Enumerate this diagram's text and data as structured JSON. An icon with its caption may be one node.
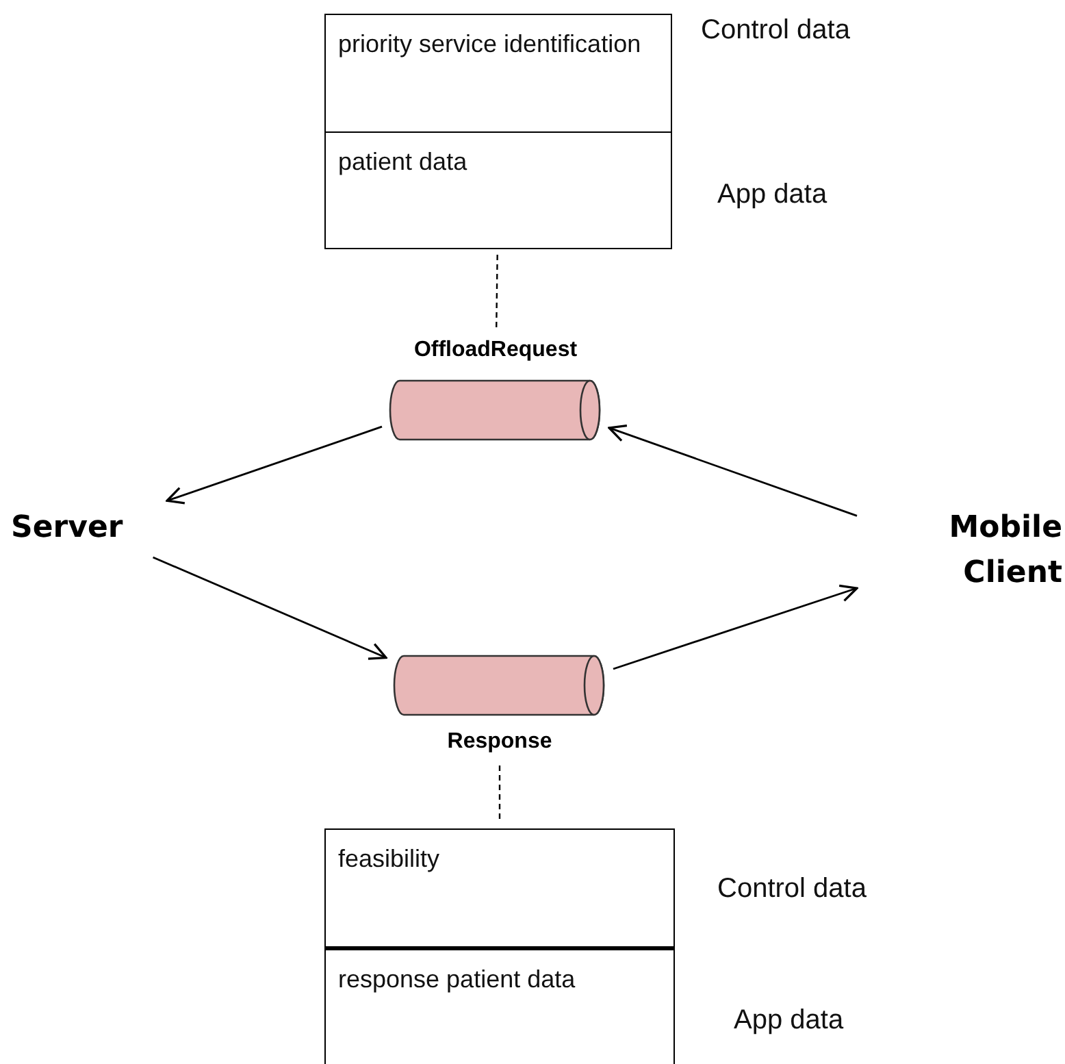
{
  "diagram": {
    "nodes": [
      {
        "text": [
          "priority service identification"
        ],
        "beside": [
          "Control data"
        ]
      },
      {
        "text": [
          "patient data"
        ],
        "beside": [
          "App data"
        ]
      },
      {
        "text": [
          "OffloadRequest"
        ]
      },
      {
        "text": [
          "Server"
        ]
      },
      {
        "text": [
          "Mobile Client"
        ]
      },
      {
        "text": [
          "Response"
        ]
      },
      {
        "text": [
          "feasibility"
        ],
        "beside": [
          "Control data"
        ]
      },
      {
        "text": [
          "response patient data"
        ],
        "beside": [
          "App data"
        ]
      }
    ],
    "edges": [
      {
        "from": 1,
        "to": 2,
        "arrow": "none",
        "style": "dashed"
      },
      {
        "from": 2,
        "to": 3,
        "arrow": "to"
      },
      {
        "from": 3,
        "to": 5,
        "arrow": "to"
      },
      {
        "from": 5,
        "to": 4,
        "arrow": "to"
      },
      {
        "from": 4,
        "to": 2,
        "arrow": "to"
      },
      {
        "from": 5,
        "to": 6,
        "arrow": "none",
        "style": "dashed"
      }
    ]
  }
}
